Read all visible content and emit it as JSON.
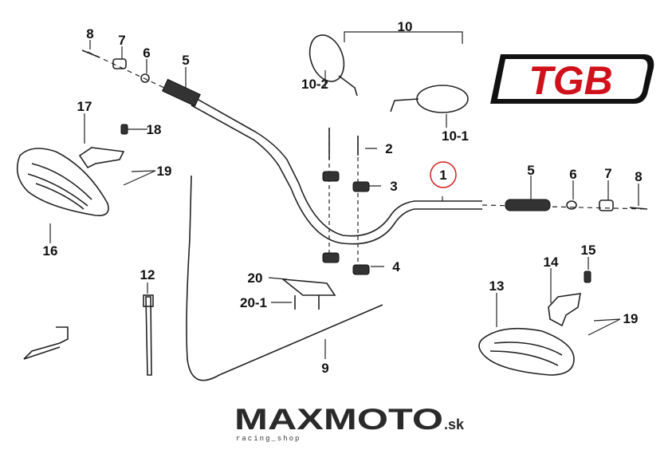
{
  "diagram": {
    "title": "Handlebar parts diagram",
    "highlight_color": "#d22020",
    "callouts": {
      "c8a": "8",
      "c7a": "7",
      "c6a": "6",
      "c5a": "5",
      "c10": "10",
      "c10_2": "10-2",
      "c10_1": "10-1",
      "c17": "17",
      "c18": "18",
      "c19a": "19",
      "c16": "16",
      "c2": "2",
      "c3": "3",
      "c1": "1",
      "c5b": "5",
      "c6b": "6",
      "c7b": "7",
      "c8b": "8",
      "c4": "4",
      "c12": "12",
      "c20": "20",
      "c20_1": "20-1",
      "c15": "15",
      "c14": "14",
      "c13": "13",
      "c19b": "19",
      "c9": "9"
    }
  },
  "brand_logo": {
    "text": "TGB",
    "color": "#d0101a"
  },
  "watermark": {
    "name": "MAXMOTO",
    "suffix": ".sk",
    "tagline": "racing_shop",
    "accent": "#8bc34a"
  }
}
